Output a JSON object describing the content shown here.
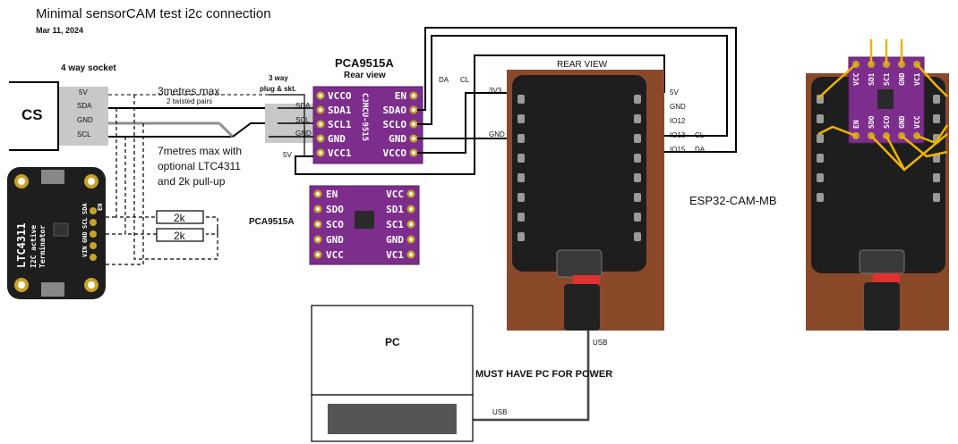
{
  "title": "Minimal sensorCAM test i2c connection",
  "date": "Mar 11, 2024",
  "socket": {
    "heading": "4 way socket",
    "device": "CS",
    "pins": [
      "5V",
      "SDA",
      "GND",
      "SCL"
    ]
  },
  "cable": {
    "short_label": "3metres max",
    "pairs_label": "2 twisted pairs",
    "long_label_1": "7metres max with",
    "long_label_2": "optional LTC4311",
    "long_label_3": "and 2k pull-up"
  },
  "plug": {
    "heading_1": "3 way",
    "heading_2": "plug & skt.",
    "pins": [
      "SDA",
      "SCL",
      "GND"
    ],
    "vcc_label": "5V"
  },
  "resistors": [
    "2k",
    "2k"
  ],
  "ltc_board": {
    "name": "LTC4311",
    "subtitle_1": "I2C active",
    "subtitle_2": "Terminator",
    "pins": [
      "SDA",
      "SCL",
      "GND",
      "VIN",
      "EN"
    ]
  },
  "pca_rear": {
    "heading": "PCA9515A",
    "subheading": "Rear view",
    "left_pins": [
      "VCCO",
      "SDA1",
      "SCL1",
      "GND",
      "VCC1"
    ],
    "right_pins": [
      "EN",
      "SDAO",
      "SCLO",
      "GND",
      "VCCO"
    ],
    "chip_text": "CJMCU-9515"
  },
  "pca_front": {
    "caption": "PCA9515A",
    "left_pins": [
      "EN",
      "SDO",
      "SCO",
      "GND",
      "VCC"
    ],
    "right_pins": [
      "VCC",
      "SD1",
      "SC1",
      "GND",
      "VC1"
    ]
  },
  "wire_labels": {
    "da_top": "DA",
    "cl_top": "CL",
    "v33": "3V3",
    "gnd_mid": "GND"
  },
  "esp": {
    "rear_view_label": "REAR VIEW",
    "name": "ESP32-CAM-MB",
    "pins": [
      "5V",
      "GND",
      "IO12",
      "IO13",
      "IO15"
    ],
    "pin_tags": [
      "",
      "",
      "",
      "CL",
      "DA"
    ],
    "usb_label": "USB"
  },
  "pc": {
    "label": "PC",
    "power_note": "MUST HAVE PC FOR POWER",
    "usb_label": "USB"
  },
  "photo_right": {
    "top_pins": [
      "VCC",
      "SD1",
      "SC1",
      "GND",
      "VC1"
    ],
    "bottom_pins": [
      "EN",
      "SDO",
      "SCO",
      "GND",
      "VCC"
    ]
  },
  "colors": {
    "board_purple": "#7d2e8c",
    "board_black": "#1e1e1e",
    "pad_gold": "#c9a227",
    "wire_yellow": "#f0b400",
    "socket_grey": "#c8c8c8",
    "cable_grey": "#8f8f8f",
    "photo_brown": "#8a4a2a"
  }
}
